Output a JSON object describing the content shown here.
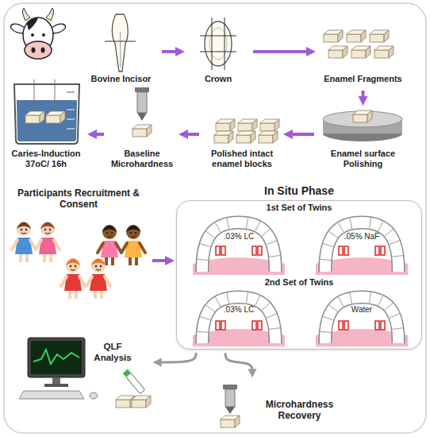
{
  "diagram": {
    "nodes": [
      {
        "text": [
          "Bovine Incisor"
        ]
      },
      {
        "text": [
          "Crown"
        ]
      },
      {
        "text": [
          "Enamel Fragments"
        ]
      },
      {
        "text": [
          "Caries-Induction",
          "37oC/ 16h"
        ]
      },
      {
        "text": [
          "Baseline Microhardness"
        ]
      },
      {
        "text": [
          "Polished intact enamel blocks"
        ]
      },
      {
        "text": [
          "Enamel surface Polishing"
        ]
      },
      {
        "text": [
          "Participants Recruitment & Consent"
        ]
      },
      {
        "text": [
          "In Situ Phase"
        ]
      },
      {
        "text": [
          ".03% LC"
        ],
        "in": 8
      },
      {
        "text": [
          ".05% NaF"
        ],
        "in": 8
      },
      {
        "text": [
          ".03% LC"
        ],
        "in": 8
      },
      {
        "text": [
          "Water"
        ],
        "in": 8
      },
      {
        "text": [
          "QLF Analysis"
        ]
      },
      {
        "text": [
          "Microhardness Recovery"
        ]
      }
    ],
    "edges": [
      {
        "from": 0,
        "to": 1,
        "arrow": "to"
      },
      {
        "from": 1,
        "to": 2,
        "arrow": "to"
      },
      {
        "from": 2,
        "to": 6,
        "arrow": "to"
      },
      {
        "from": 6,
        "to": 5,
        "arrow": "to"
      },
      {
        "from": 5,
        "to": 4,
        "arrow": "to"
      },
      {
        "from": 4,
        "to": 3,
        "arrow": "to"
      },
      {
        "from": 7,
        "to": 8,
        "arrow": "to"
      },
      {
        "from": 8,
        "to": 13,
        "arrow": "to"
      },
      {
        "from": 8,
        "to": 14,
        "arrow": "to"
      }
    ],
    "labels": [
      "1st Set of Twins",
      "2nd Set of Twins"
    ]
  }
}
